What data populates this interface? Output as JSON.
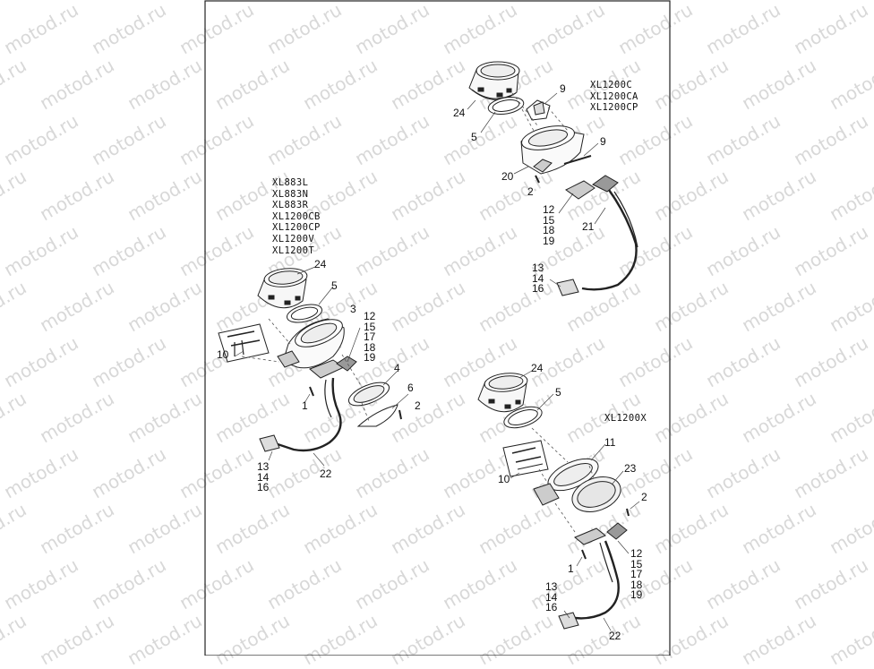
{
  "watermark": "motod.ru",
  "model_groups": {
    "top_right": [
      "XL1200C",
      "XL1200CA",
      "XL1200CP"
    ],
    "left": [
      "XL883L",
      "XL883N",
      "XL883R",
      "XL1200CB",
      "XL1200CP",
      "XL1200V",
      "XL1200T"
    ],
    "bottom_right": [
      "XL1200X"
    ]
  },
  "callouts": {
    "tr": {
      "c24": "24",
      "c5": "5",
      "c9a": "9",
      "c9b": "9",
      "c20": "20",
      "c2": "2",
      "c21": "21",
      "stack_a": [
        "12",
        "15",
        "18",
        "19"
      ],
      "stack_b": [
        "13",
        "14",
        "16"
      ]
    },
    "left": {
      "c24": "24",
      "c5": "5",
      "c3": "3",
      "c10": "10",
      "c4": "4",
      "c6": "6",
      "c2": "2",
      "c1": "1",
      "c22": "22",
      "stack_a": [
        "12",
        "15",
        "17",
        "18",
        "19"
      ],
      "stack_b": [
        "13",
        "14",
        "16"
      ]
    },
    "br": {
      "c24": "24",
      "c5": "5",
      "c11": "11",
      "c23": "23",
      "c10": "10",
      "c2": "2",
      "c1": "1",
      "c22": "22",
      "stack_a": [
        "12",
        "15",
        "17",
        "18",
        "19"
      ],
      "stack_b": [
        "13",
        "14",
        "16"
      ]
    }
  }
}
